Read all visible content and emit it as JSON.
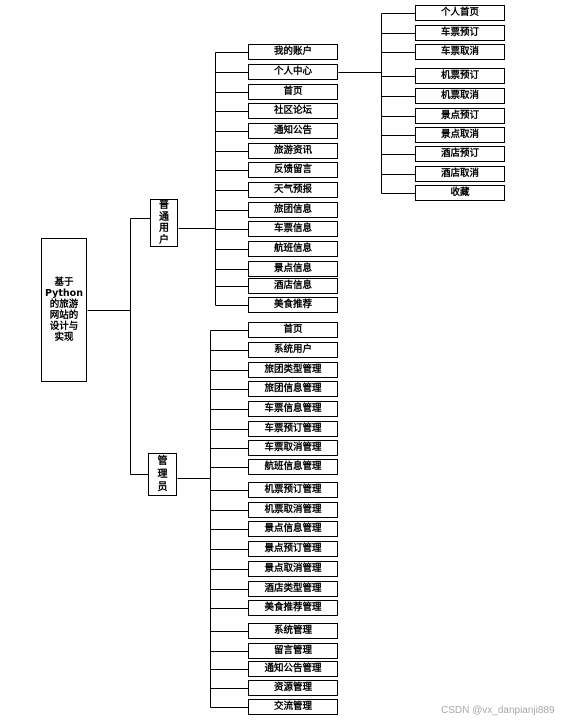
{
  "root": {
    "title_lines": [
      "基于",
      "Python",
      "的旅游",
      "网站的",
      "设计与",
      "实现"
    ]
  },
  "user": {
    "label": "普通用户",
    "items": [
      "我的账户",
      "个人中心",
      "首页",
      "社区论坛",
      "通知公告",
      "旅游资讯",
      "反馈留言",
      "天气预报",
      "旅团信息",
      "车票信息",
      "航班信息",
      "景点信息",
      "酒店信息",
      "美食推荐"
    ]
  },
  "personal_center": {
    "items": [
      "个人首页",
      "车票预订",
      "车票取消",
      "机票预订",
      "机票取消",
      "景点预订",
      "景点取消",
      "酒店预订",
      "酒店取消",
      "收藏"
    ]
  },
  "admin": {
    "label": "管理员",
    "items": [
      "首页",
      "系统用户",
      "旅团类型管理",
      "旅团信息管理",
      "车票信息管理",
      "车票预订管理",
      "车票取消管理",
      "航班信息管理",
      "机票预订管理",
      "机票取消管理",
      "景点信息管理",
      "景点预订管理",
      "景点取消管理",
      "酒店类型管理",
      "美食推荐管理",
      "系统管理",
      "留言管理",
      "通知公告管理",
      "资源管理",
      "交流管理"
    ]
  },
  "watermark": "CSDN @vx_danpianji889"
}
